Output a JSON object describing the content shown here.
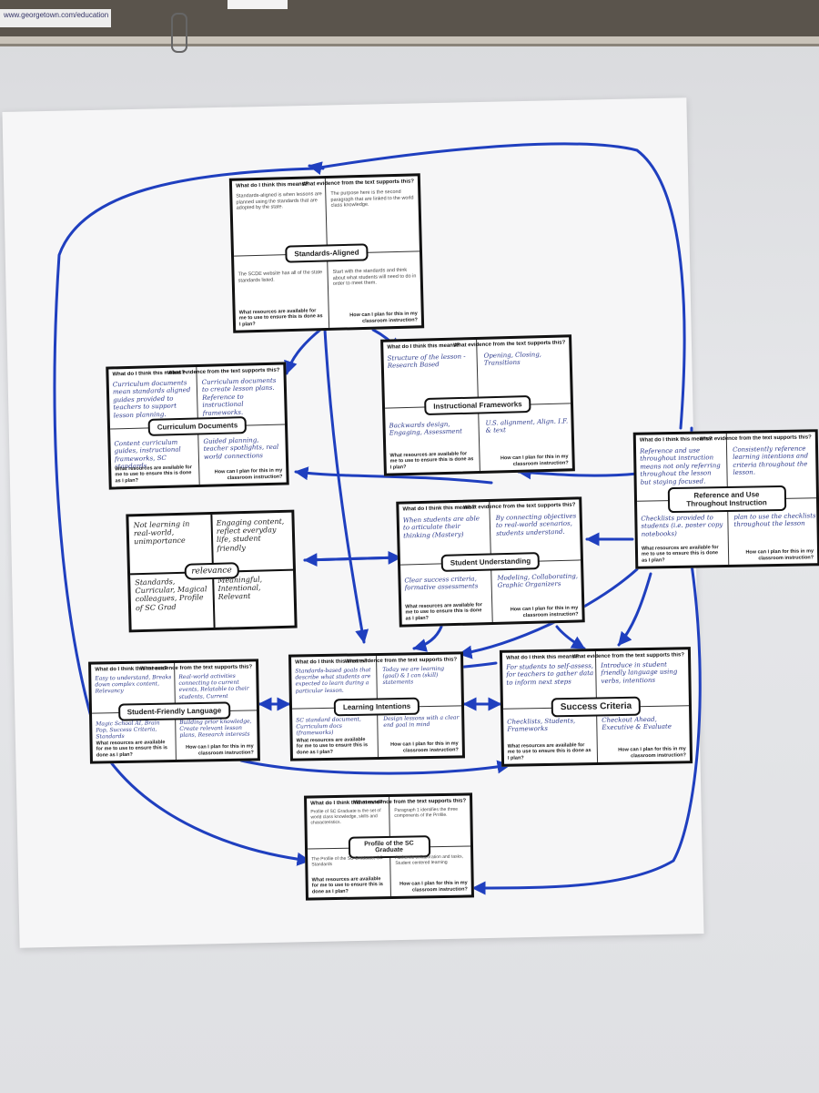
{
  "whiteboard": {
    "url_label": "www.georgetown.com/education",
    "tag_label": ""
  },
  "card_prompts": {
    "meaning": "What do I think this means?",
    "evidence": "What evidence from the text supports this?",
    "resources": "What resources are available for me to use to ensure this is done as I plan?",
    "plan": "How can I plan for this in my classroom instruction?"
  },
  "cards": [
    {
      "title": "Standards-Aligned",
      "meaning": "Standards-aligned is when lessons are planned using the standards that are adopted by the state.",
      "evidence": "The purpose here is the second paragraph that are linked to the world class knowledge.",
      "resources": "The SCDE website has all of the state standards listed.",
      "plan": "Start with the standards and think about what students will need to do in order to meet them."
    },
    {
      "title": "Curriculum Documents",
      "meaning": "Curriculum documents mean standards aligned guides provided to teachers to support lesson planning.",
      "evidence": "Curriculum documents to create lesson plans. Reference to instructional frameworks.",
      "resources": "Content curriculum guides, instructional frameworks, SC standards",
      "plan": "Guided planning, teacher spotlights, real world connections"
    },
    {
      "title": "Instructional Frameworks",
      "meaning": "Structure of the lesson - Research Based",
      "evidence": "Opening, Closing, Transitions",
      "resources": "Backwards design, Engaging, Assessment",
      "plan": "U.S. alignment, Align. I.F. & text"
    },
    {
      "title": "Reference and Use Throughout Instruction",
      "meaning": "Reference and use throughout instruction means not only referring throughout the lesson but staying focused.",
      "evidence": "Consistently reference learning intentions and criteria throughout the lesson.",
      "resources": "Checklists provided to students (i.e. poster copy notebooks)",
      "plan": "plan to use the checklists throughout the lesson"
    },
    {
      "title": "Student Understanding",
      "meaning": "When students are able to articulate their thinking (Mastery)",
      "evidence": "By connecting objectives to real-world scenarios, students understand.",
      "resources": "Clear success criteria, formative assessments",
      "plan": "Modeling, Collaborating, Graphic Organizers"
    },
    {
      "title": "Student-Friendly Language",
      "meaning": "Easy to understand, Breaks down complex content, Relevancy",
      "evidence": "Real-world activities connecting to current events, Relatable to their students, Current",
      "resources": "Magic School AI, Brain Pop, Success Criteria, Standards",
      "plan": "Building prior knowledge, Create relevant lesson plans, Research interests"
    },
    {
      "title": "Learning Intentions",
      "meaning": "Standards-based goals that describe what students are expected to learn during a particular lesson.",
      "evidence": "Today we are learning (goal) & I can (skill) statements",
      "resources": "SC standard document, Curriculum docs (frameworks)",
      "plan": "Design lessons with a clear end goal in mind"
    },
    {
      "title": "Success Criteria",
      "meaning": "For students to self-assess, for teachers to gather data to inform next steps",
      "evidence": "Introduce in student friendly language using verbs, intentions",
      "resources": "Checklists, Students, Frameworks",
      "plan": "Checkout Ahead, Executive & Evaluate"
    },
    {
      "title": "Profile of the SC Graduate",
      "meaning": "Profile of SC Graduate is the set of world class knowledge, skills and characteristics.",
      "evidence": "Paragraph 1 identifies the three components of the Profile.",
      "resources": "The Profile of the SC Graduate, SC Standards",
      "plan": "Authentic collaboration and tasks, Student centered learning"
    }
  ],
  "frayer": {
    "center": "relevance",
    "top_left": "Not learning in real-world, unimportance",
    "top_right": "Engaging content, reflect everyday life, student friendly",
    "bottom_left": "Standards, Curricular, Magical colleagues, Profile of SC Grad",
    "bottom_right": "Meaningful, Intentional, Relevant"
  },
  "colors": {
    "marker_blue": "#1f3fbf",
    "card_border": "#111111",
    "poster": "#f6f6f7"
  }
}
